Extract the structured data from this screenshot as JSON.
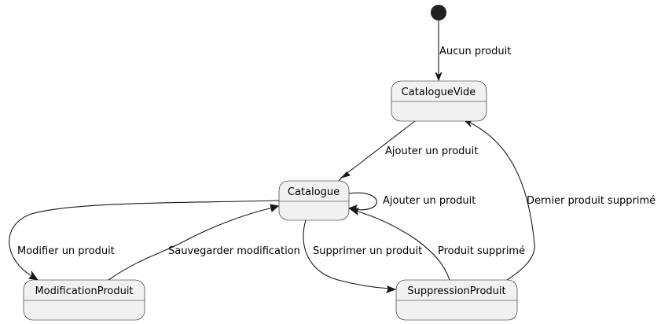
{
  "diagram": {
    "type": "state-diagram",
    "initial_state": "CatalogueVide",
    "states": {
      "catalogue_vide": "CatalogueVide",
      "catalogue": "Catalogue",
      "modification_produit": "ModificationProduit",
      "suppression_produit": "SuppressionProduit"
    },
    "transitions": {
      "initial_to_vide": "Aucun produit",
      "vide_to_catalogue": "Ajouter un produit",
      "catalogue_self": "Ajouter un produit",
      "catalogue_to_modification": "Modifier un produit",
      "modification_to_catalogue": "Sauvegarder modification",
      "catalogue_to_suppression": "Supprimer un produit",
      "suppression_to_catalogue": "Produit supprimé",
      "suppression_to_vide": "Dernier produit supprimé"
    },
    "colors": {
      "state_fill": "#F1F1F1",
      "stroke": "#181818",
      "initial_node": "#222222"
    }
  }
}
